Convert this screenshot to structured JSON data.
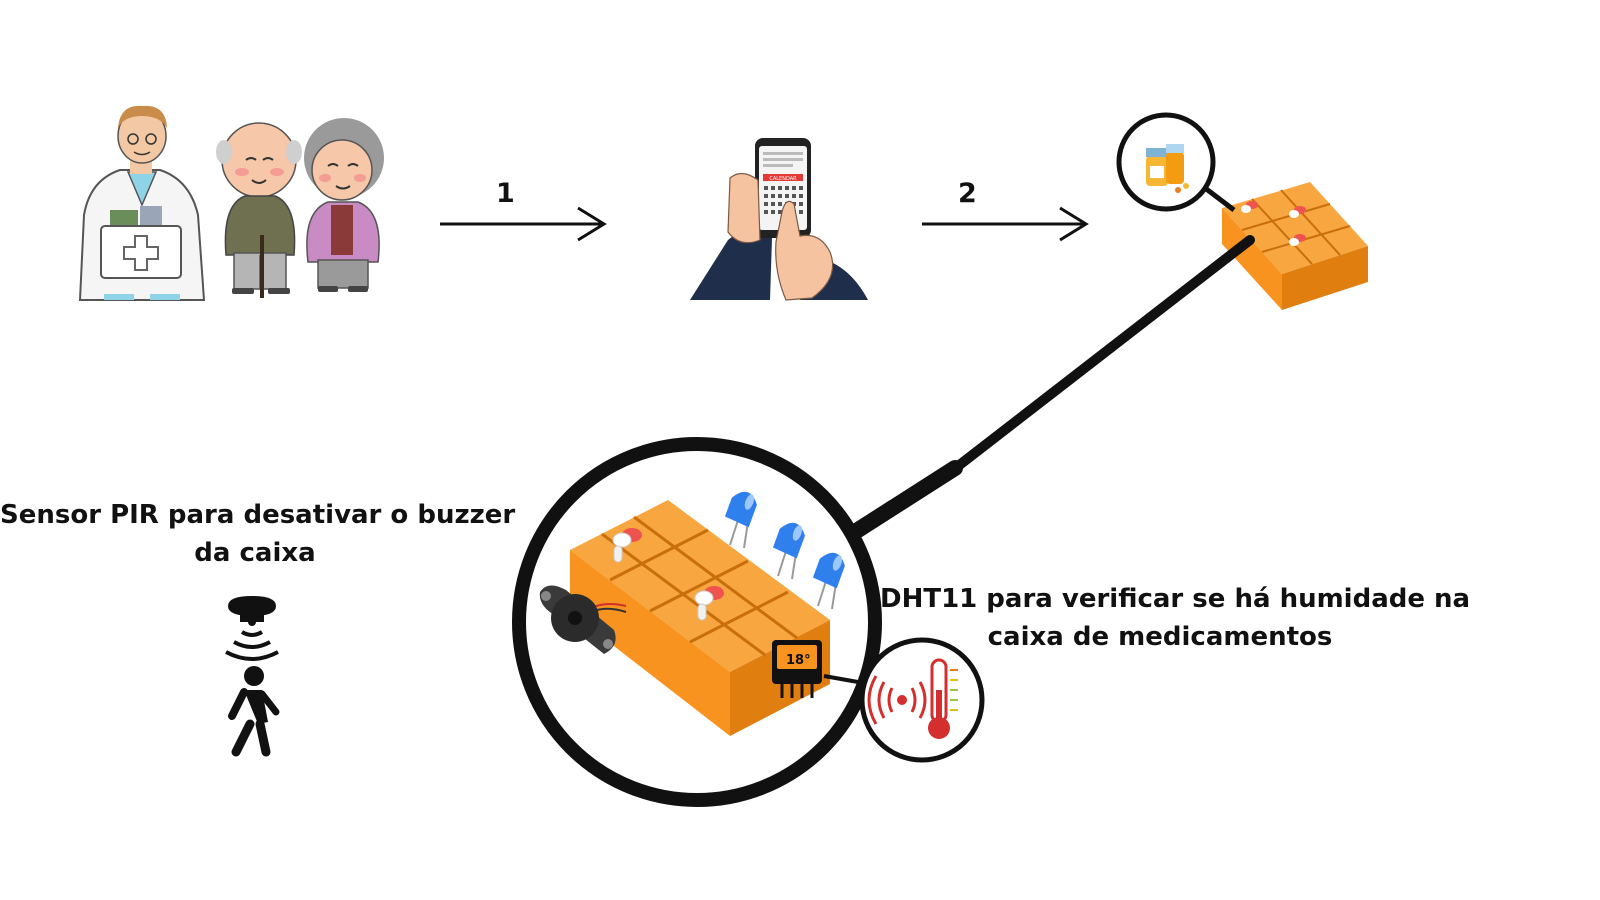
{
  "flow": {
    "step1": "1",
    "step2": "2"
  },
  "captions": {
    "pir_line1": "Sensor PIR para desativar o buzzer",
    "pir_line2": "da caixa",
    "dht_line1": "DHT11 para verificar se há humidade na",
    "dht_line2": "caixa de medicamentos"
  },
  "phone": {
    "screen_header": "CALENDAR"
  },
  "sensor": {
    "readout": "18°"
  },
  "icons": {
    "people": "doctor-and-elderly-couple-icon",
    "phone": "smartphone-calendar-icon",
    "pillbox": "pillbox-icon",
    "medicine": "medicine-bottles-icon",
    "pir": "pir-motion-sensor-icon",
    "walker": "walking-person-icon",
    "buzzer": "buzzer-icon",
    "led": "blue-led-icon",
    "dht": "dht11-sensor-icon",
    "thermo": "thermometer-icon"
  },
  "colors": {
    "box": "#f7931e",
    "box_dark": "#d97706",
    "led": "#2f80ed",
    "ink": "#111111",
    "thermo_red": "#e53935"
  }
}
